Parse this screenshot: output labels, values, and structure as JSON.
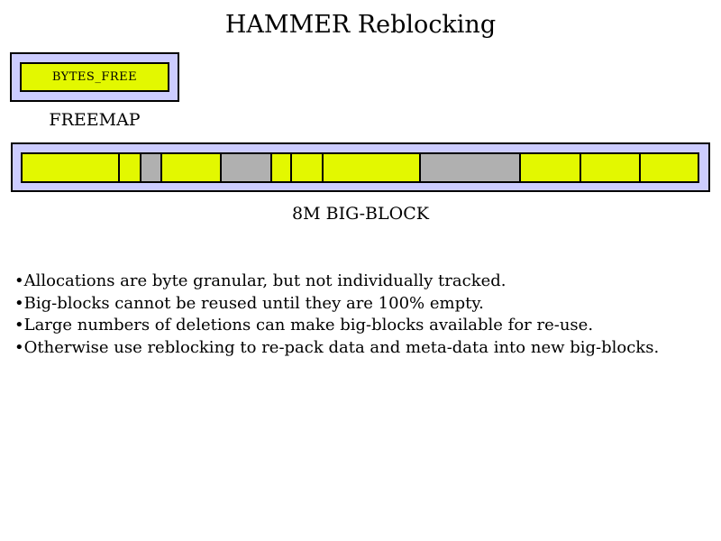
{
  "title": "HAMMER Reblocking",
  "colors": {
    "container": "#ccccff",
    "free": "#e3f800",
    "used": "#b0b0b0",
    "border": "#000000"
  },
  "freemap": {
    "box_label": "BYTES_FREE",
    "caption": "FREEMAP"
  },
  "big_block": {
    "caption": "8M BIG-BLOCK",
    "segments": [
      {
        "state": "free",
        "width": 110
      },
      {
        "state": "free",
        "width": 22
      },
      {
        "state": "used",
        "width": 22
      },
      {
        "state": "free",
        "width": 66
      },
      {
        "state": "used",
        "width": 56
      },
      {
        "state": "free",
        "width": 21
      },
      {
        "state": "free",
        "width": 34
      },
      {
        "state": "free",
        "width": 110
      },
      {
        "state": "used",
        "width": 112
      },
      {
        "state": "free",
        "width": 68
      },
      {
        "state": "free",
        "width": 66
      },
      {
        "state": "free",
        "width": 65
      }
    ]
  },
  "bullets": [
    "Allocations are byte granular, but not individually tracked.",
    "Big-blocks cannot be reused until they are 100% empty.",
    "Large numbers of deletions can make big-blocks available for re-use.",
    "Otherwise use reblocking to re-pack data and meta-data into new big-blocks."
  ]
}
